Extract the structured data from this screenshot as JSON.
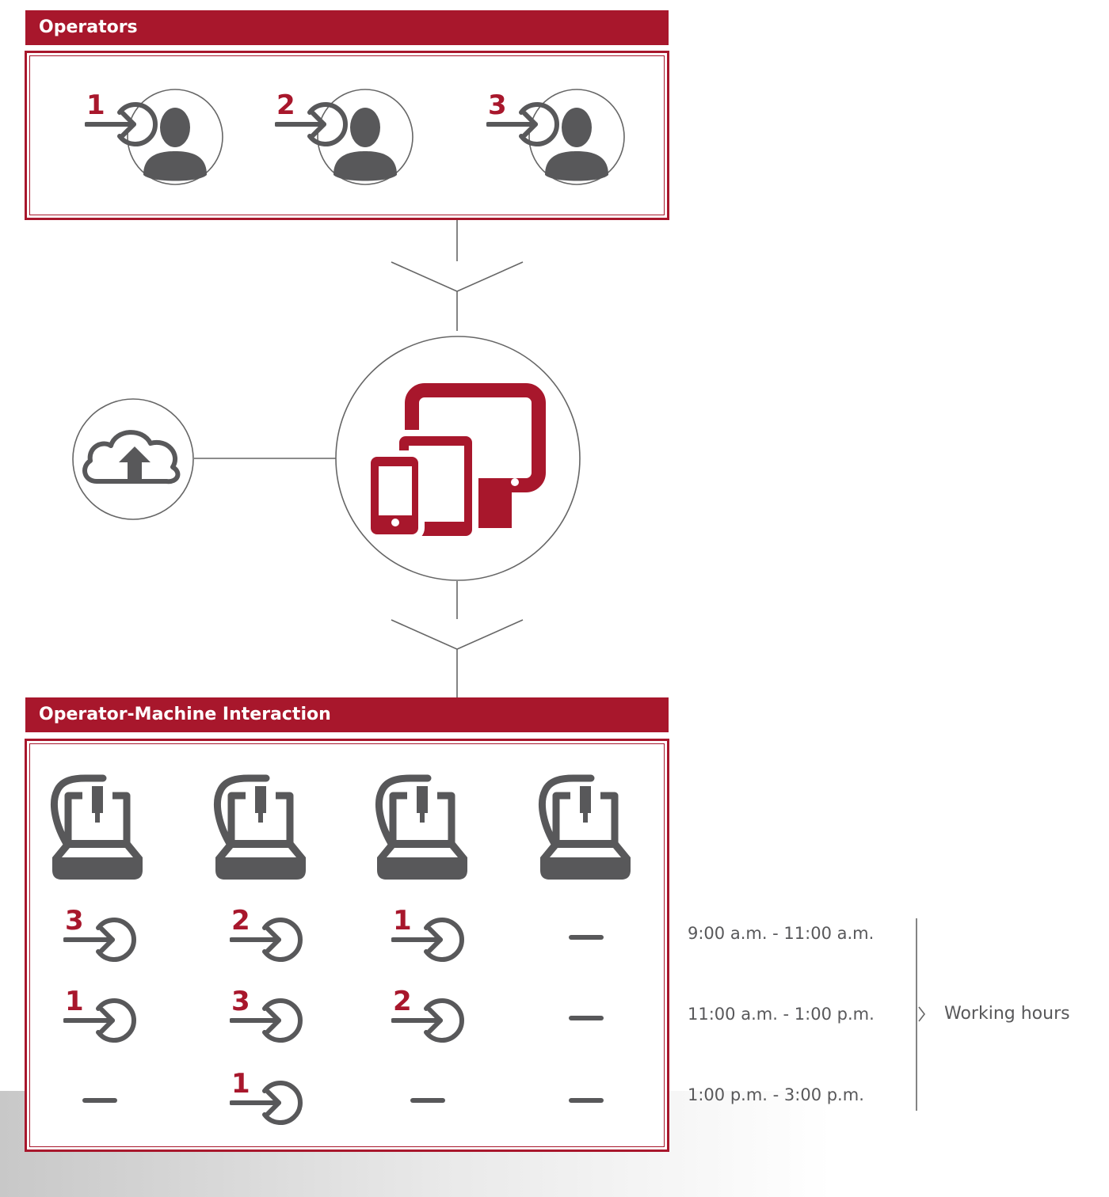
{
  "colors": {
    "brand_red": "#a8172c",
    "icon_gray": "#58585a",
    "line_gray": "#666666"
  },
  "operators": {
    "header": "Operators",
    "users": [
      {
        "number": "1"
      },
      {
        "number": "2"
      },
      {
        "number": "3"
      }
    ]
  },
  "interaction": {
    "header": "Operator-Machine Interaction",
    "machine_count": 4,
    "schedule": [
      [
        "3",
        "2",
        "1",
        ""
      ],
      [
        "1",
        "3",
        "2",
        ""
      ],
      [
        "",
        "1",
        "",
        ""
      ]
    ],
    "empty_slot_icon": "dash-icon",
    "login_icon": "login-arrow-icon"
  },
  "icons": {
    "cloud": "cloud-upload-icon",
    "devices": "multi-device-icon",
    "user": "user-avatar-icon",
    "machine": "cnc-machine-icon"
  },
  "time_slots": [
    "9:00 a.m. - 11:00 a.m.",
    "11:00 a.m. - 1:00 p.m.",
    "1:00 p.m. - 3:00 p.m."
  ],
  "working_hours_label": "Working hours"
}
